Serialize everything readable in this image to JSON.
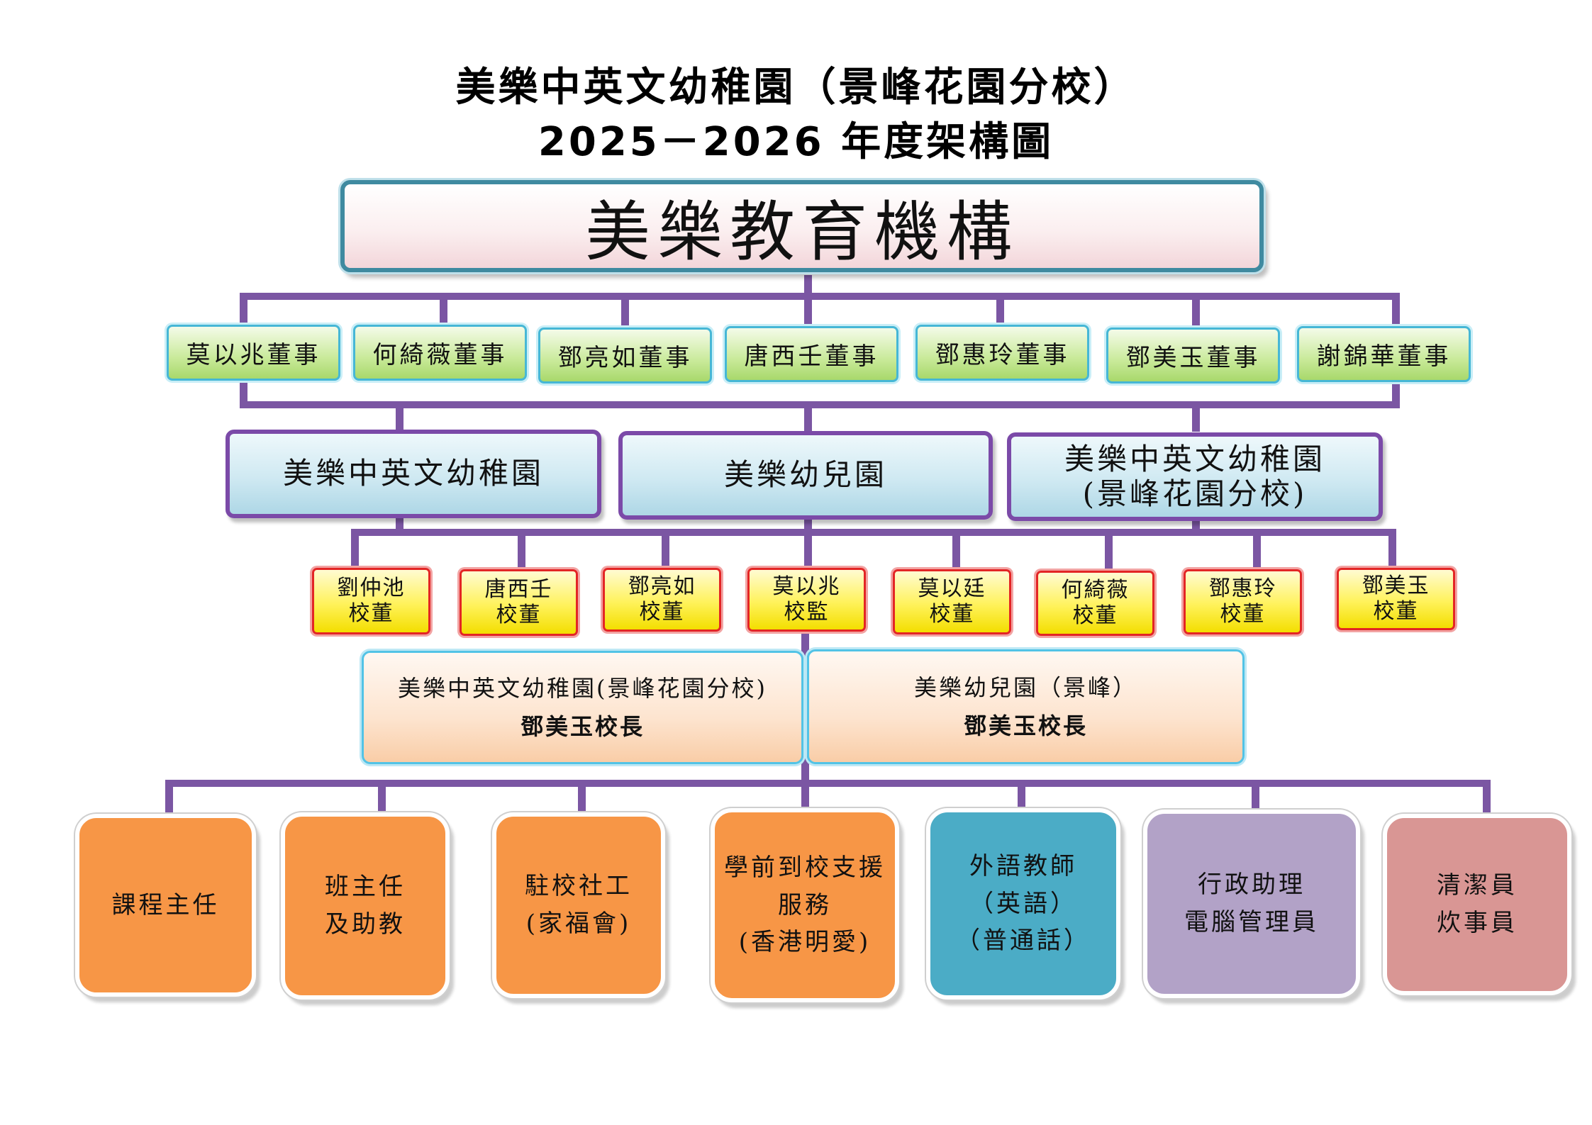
{
  "title": {
    "line1": "美樂中英文幼稚園（景峰花園分校）",
    "line2": "2025－2026 年度架構圖"
  },
  "organization": "美樂教育機構",
  "directors": [
    "莫以兆董事",
    "何綺薇董事",
    "鄧亮如董事",
    "唐西壬董事",
    "鄧惠玲董事",
    "鄧美玉董事",
    "謝錦華董事"
  ],
  "schools": [
    {
      "line1": "美樂中英文幼稚園",
      "line2": ""
    },
    {
      "line1": "美樂幼兒園",
      "line2": ""
    },
    {
      "line1": "美樂中英文幼稚園",
      "line2": "(景峰花園分校)"
    }
  ],
  "managers": [
    {
      "name": "劉仲池",
      "role": "校董"
    },
    {
      "name": "唐西壬",
      "role": "校董"
    },
    {
      "name": "鄧亮如",
      "role": "校董"
    },
    {
      "name": "莫以兆",
      "role": "校監"
    },
    {
      "name": "莫以廷",
      "role": "校董"
    },
    {
      "name": "何綺薇",
      "role": "校董"
    },
    {
      "name": "鄧惠玲",
      "role": "校董"
    },
    {
      "name": "鄧美玉",
      "role": "校董"
    }
  ],
  "principals": [
    {
      "school": "美樂中英文幼稚園(景峰花園分校)",
      "name": "鄧美玉校長"
    },
    {
      "school": "美樂幼兒園（景峰）",
      "name": "鄧美玉校長"
    }
  ],
  "staff": [
    {
      "lines": [
        "課程主任"
      ],
      "color": "#f79646"
    },
    {
      "lines": [
        "班主任",
        "及助教"
      ],
      "color": "#f79646"
    },
    {
      "lines": [
        "駐校社工",
        "(家福會)"
      ],
      "color": "#f79646"
    },
    {
      "lines": [
        "學前到校支援",
        "服務",
        "(香港明愛)"
      ],
      "color": "#f79646"
    },
    {
      "lines": [
        "外語教師",
        "（英語）",
        "（普通話）"
      ],
      "color": "#4bacc6"
    },
    {
      "lines": [
        "行政助理",
        "電腦管理員"
      ],
      "color": "#b2a2c7"
    },
    {
      "lines": [
        "清潔員",
        "炊事員"
      ],
      "color": "#d99694"
    }
  ],
  "colors": {
    "connector": "#7b56a3",
    "org_border": "#3f8aa0",
    "director_fill": "#c9ea9a",
    "school_border": "#7b4aa8",
    "manager_border": "#e32525",
    "manager_fill": "#fff25a",
    "principal_fill": "#fde4cf"
  }
}
